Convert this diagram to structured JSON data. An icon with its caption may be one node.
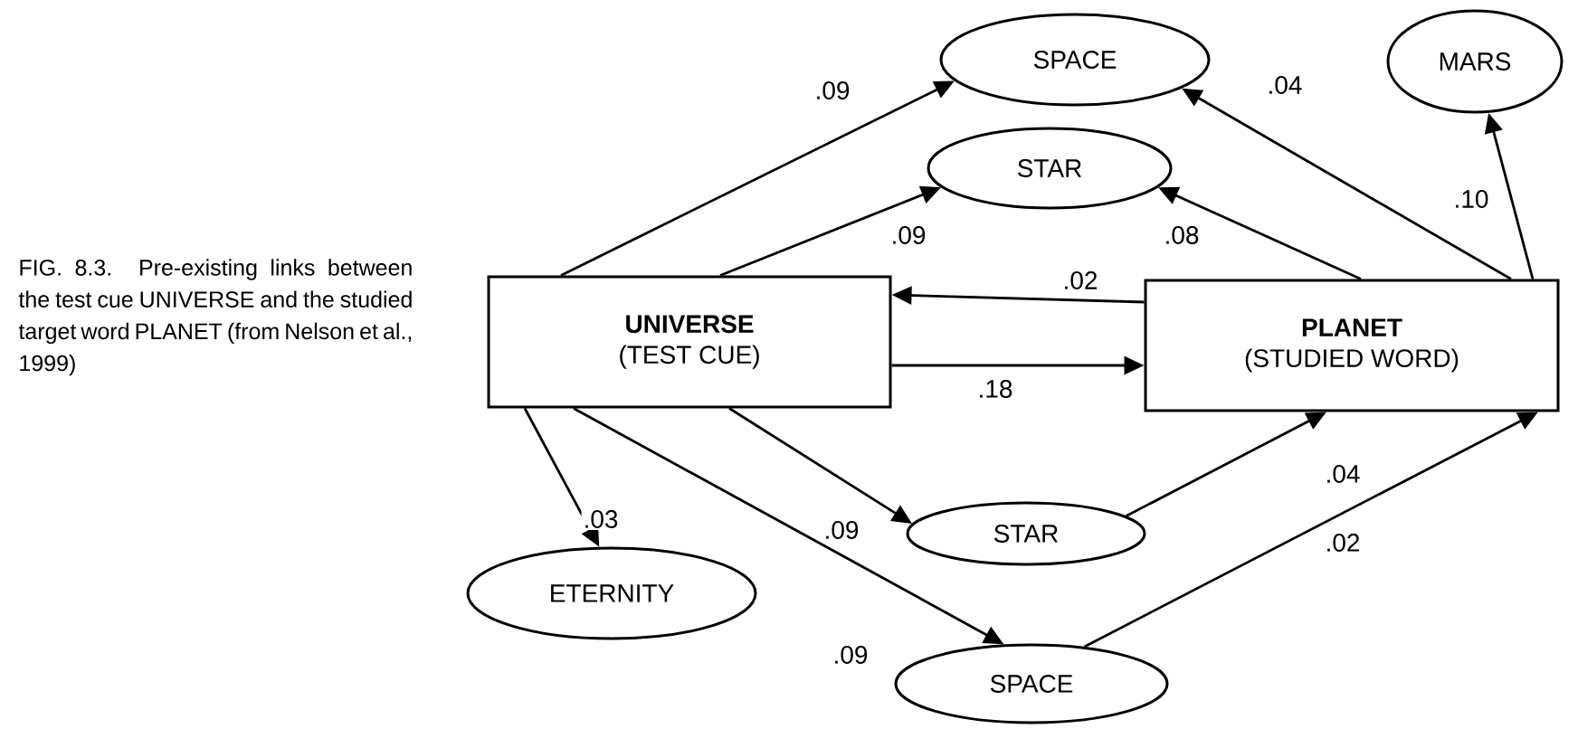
{
  "diagram": {
    "caption": "FIG. 8.3. Pre-existing links between the test cue UNIVERSE and the studied target word PLANET (from Nelson et al., 1999)",
    "nodes": [
      {
        "text": [
          "UNIVERSE",
          "(TEST CUE)"
        ]
      },
      {
        "text": [
          "PLANET",
          "(STUDIED WORD)"
        ]
      },
      {
        "text": [
          "SPACE"
        ]
      },
      {
        "text": [
          "STAR"
        ]
      },
      {
        "text": [
          "MARS"
        ]
      },
      {
        "text": [
          "STAR"
        ]
      },
      {
        "text": [
          "ETERNITY"
        ]
      },
      {
        "text": [
          "SPACE"
        ]
      }
    ],
    "edges": [
      {
        "from": 0,
        "to": 2,
        "arrow": "to",
        "label": ".09"
      },
      {
        "from": 0,
        "to": 3,
        "arrow": "to",
        "label": ".09"
      },
      {
        "from": 1,
        "to": 0,
        "arrow": "to",
        "label": ".02"
      },
      {
        "from": 0,
        "to": 1,
        "arrow": "to",
        "label": ".18"
      },
      {
        "from": 1,
        "to": 2,
        "arrow": "to",
        "label": ".04"
      },
      {
        "from": 1,
        "to": 3,
        "arrow": "to",
        "label": ".08"
      },
      {
        "from": 1,
        "to": 4,
        "arrow": "to",
        "label": ".10"
      },
      {
        "from": 0,
        "to": 5,
        "arrow": "to",
        "label": ".09"
      },
      {
        "from": 0,
        "to": 7,
        "arrow": "to",
        "label": ".09"
      },
      {
        "from": 0,
        "to": 6,
        "arrow": "to",
        "label": ".03"
      },
      {
        "from": 5,
        "to": 1,
        "arrow": "to",
        "label": ".04"
      },
      {
        "from": 7,
        "to": 1,
        "arrow": "to",
        "label": ".02"
      }
    ]
  }
}
